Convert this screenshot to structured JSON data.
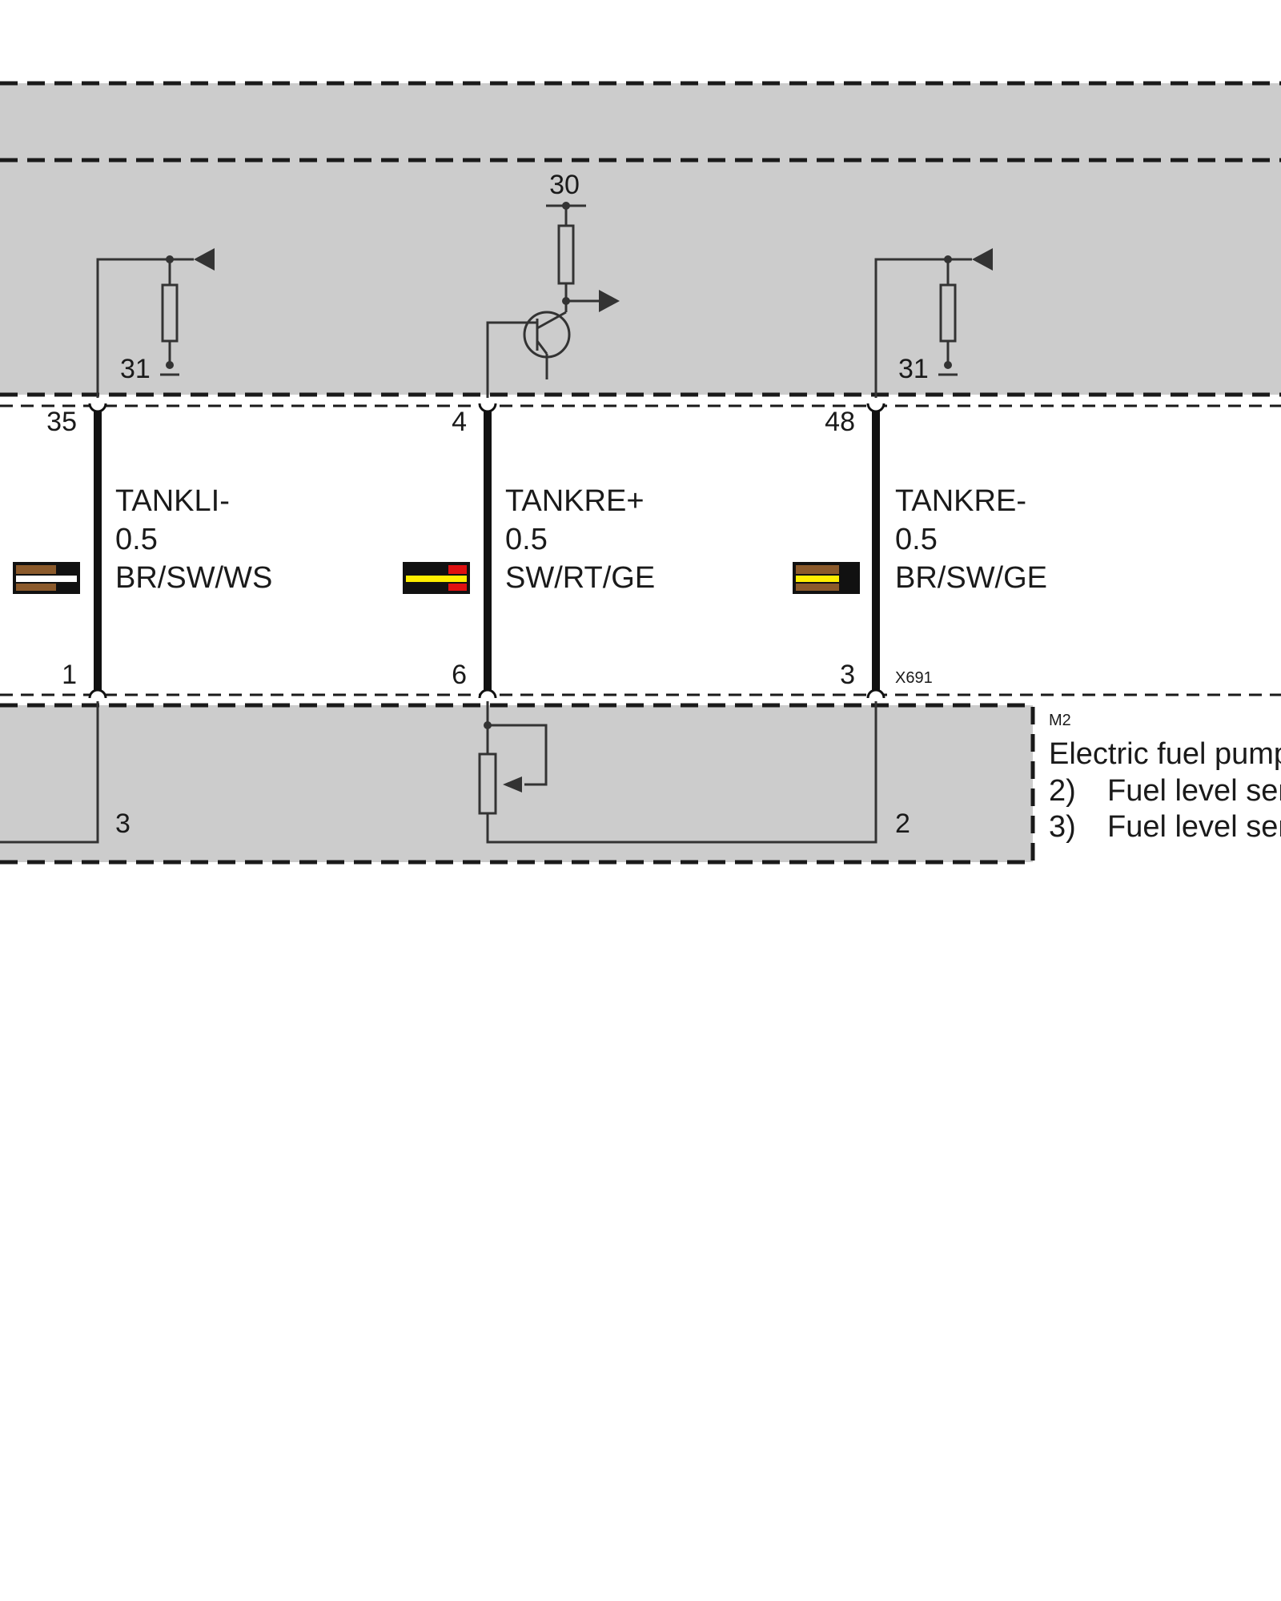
{
  "colors": {
    "panel_fill": "#cccccc",
    "line": "#1a1a1a",
    "wire_brown": "#8b5a2b",
    "wire_white": "#ffffff",
    "wire_black": "#111111",
    "wire_yellow": "#ffee00",
    "wire_red": "#e01010"
  },
  "upper_module": {
    "supply_label": "30",
    "ground_label_left": "31",
    "ground_label_right": "31"
  },
  "wires": [
    {
      "top_pin": "35",
      "bottom_pin": "1",
      "signal": "TANKLI-",
      "gauge": "0.5",
      "color_code": "BR/SW/WS",
      "swatch": [
        "brown",
        "white",
        "black"
      ]
    },
    {
      "top_pin": "4",
      "bottom_pin": "6",
      "signal": "TANKRE+",
      "gauge": "0.5",
      "color_code": "SW/RT/GE",
      "swatch": [
        "black",
        "yellow",
        "red"
      ]
    },
    {
      "top_pin": "48",
      "bottom_pin": "3",
      "signal": "TANKRE-",
      "gauge": "0.5",
      "color_code": "BR/SW/GE",
      "swatch": [
        "brown",
        "yellow",
        "black"
      ]
    }
  ],
  "connector": {
    "id": "X691"
  },
  "lower_module": {
    "pin_left": "3",
    "pin_right": "2",
    "component_id": "M2",
    "title": "Electric fuel pump",
    "notes": [
      {
        "num": "2)",
        "text": "Fuel level sensor"
      },
      {
        "num": "3)",
        "text": "Fuel level sensor"
      }
    ]
  }
}
